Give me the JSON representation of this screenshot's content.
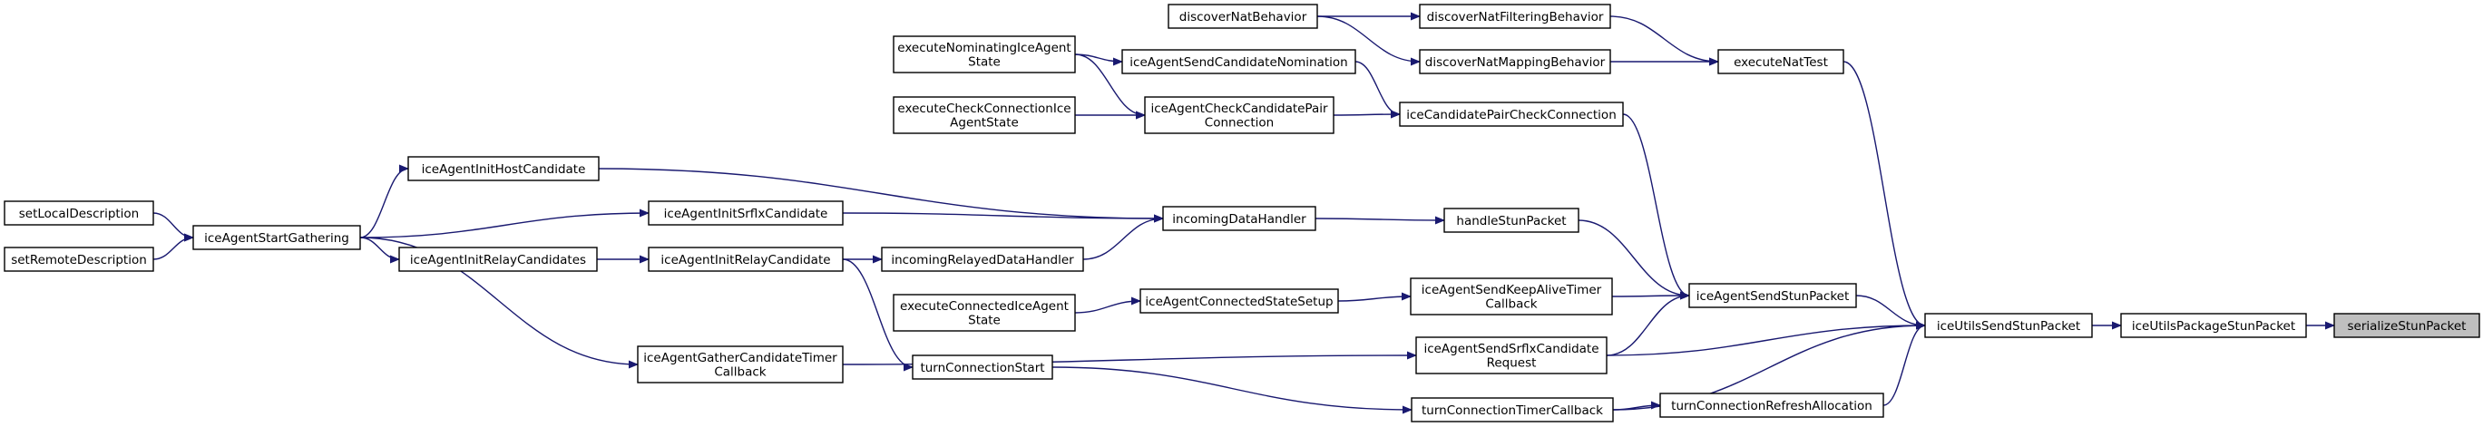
{
  "diagram": {
    "type": "call-graph",
    "colors": {
      "edge": "#191970",
      "node_border": "#000000",
      "node_fill": "#ffffff",
      "highlight_fill": "#bfbfbf"
    },
    "nodes": [
      {
        "id": "serializeStunPacket",
        "lines": [
          "serializeStunPacket"
        ],
        "highlight": true
      },
      {
        "id": "iceUtilsPackageStunPacket",
        "lines": [
          "iceUtilsPackageStunPacket"
        ]
      },
      {
        "id": "iceUtilsSendStunPacket",
        "lines": [
          "iceUtilsSendStunPacket"
        ]
      },
      {
        "id": "executeNatTest",
        "lines": [
          "executeNatTest"
        ]
      },
      {
        "id": "iceAgentSendStunPacket",
        "lines": [
          "iceAgentSendStunPacket"
        ]
      },
      {
        "id": "turnConnectionRefreshAllocation",
        "lines": [
          "turnConnectionRefreshAllocation"
        ]
      },
      {
        "id": "turnConnectionTimerCallback",
        "lines": [
          "turnConnectionTimerCallback"
        ]
      },
      {
        "id": "discoverNatFilteringBehavior",
        "lines": [
          "discoverNatFilteringBehavior"
        ]
      },
      {
        "id": "discoverNatMappingBehavior",
        "lines": [
          "discoverNatMappingBehavior"
        ]
      },
      {
        "id": "discoverNatBehavior",
        "lines": [
          "discoverNatBehavior"
        ]
      },
      {
        "id": "iceCandidatePairCheckConnection",
        "lines": [
          "iceCandidatePairCheckConnection"
        ]
      },
      {
        "id": "handleStunPacket",
        "lines": [
          "handleStunPacket"
        ]
      },
      {
        "id": "iceAgentSendKeepAliveTimerCallback",
        "lines": [
          "iceAgentSendKeepAliveTimer",
          "Callback"
        ]
      },
      {
        "id": "iceAgentSendSrflxCandidateRequest",
        "lines": [
          "iceAgentSendSrflxCandidate",
          "Request"
        ]
      },
      {
        "id": "iceAgentSendCandidateNomination",
        "lines": [
          "iceAgentSendCandidateNomination"
        ]
      },
      {
        "id": "iceAgentCheckCandidatePairConnection",
        "lines": [
          "iceAgentCheckCandidatePair",
          "Connection"
        ]
      },
      {
        "id": "incomingDataHandler",
        "lines": [
          "incomingDataHandler"
        ]
      },
      {
        "id": "iceAgentConnectedStateSetup",
        "lines": [
          "iceAgentConnectedStateSetup"
        ]
      },
      {
        "id": "executeConnectedIceAgentState",
        "lines": [
          "executeConnectedIceAgent",
          "State"
        ]
      },
      {
        "id": "incomingRelayedDataHandler",
        "lines": [
          "incomingRelayedDataHandler"
        ]
      },
      {
        "id": "turnConnectionStart",
        "lines": [
          "turnConnectionStart"
        ]
      },
      {
        "id": "executeNominatingIceAgentState",
        "lines": [
          "executeNominatingIceAgent",
          "State"
        ]
      },
      {
        "id": "executeCheckConnectionIceAgentState",
        "lines": [
          "executeCheckConnectionIce",
          "AgentState"
        ]
      },
      {
        "id": "iceAgentInitHostCandidate",
        "lines": [
          "iceAgentInitHostCandidate"
        ]
      },
      {
        "id": "iceAgentInitSrflxCandidate",
        "lines": [
          "iceAgentInitSrflxCandidate"
        ]
      },
      {
        "id": "iceAgentInitRelayCandidate",
        "lines": [
          "iceAgentInitRelayCandidate"
        ]
      },
      {
        "id": "iceAgentGatherCandidateTimerCallback",
        "lines": [
          "iceAgentGatherCandidateTimer",
          "Callback"
        ]
      },
      {
        "id": "iceAgentInitRelayCandidates",
        "lines": [
          "iceAgentInitRelayCandidates"
        ]
      },
      {
        "id": "iceAgentStartGathering",
        "lines": [
          "iceAgentStartGathering"
        ]
      },
      {
        "id": "setLocalDescription",
        "lines": [
          "setLocalDescription"
        ]
      },
      {
        "id": "setRemoteDescription",
        "lines": [
          "setRemoteDescription"
        ]
      }
    ],
    "edges": [
      {
        "from": "iceUtilsPackageStunPacket",
        "to": "serializeStunPacket"
      },
      {
        "from": "iceUtilsSendStunPacket",
        "to": "iceUtilsPackageStunPacket"
      },
      {
        "from": "executeNatTest",
        "to": "iceUtilsSendStunPacket"
      },
      {
        "from": "iceAgentSendStunPacket",
        "to": "iceUtilsSendStunPacket"
      },
      {
        "from": "iceAgentSendSrflxCandidateRequest",
        "to": "iceUtilsSendStunPacket"
      },
      {
        "from": "turnConnectionTimerCallback",
        "to": "iceUtilsSendStunPacket"
      },
      {
        "from": "turnConnectionRefreshAllocation",
        "to": "iceUtilsSendStunPacket"
      },
      {
        "from": "discoverNatFilteringBehavior",
        "to": "executeNatTest"
      },
      {
        "from": "discoverNatMappingBehavior",
        "to": "executeNatTest"
      },
      {
        "from": "discoverNatBehavior",
        "to": "discoverNatFilteringBehavior"
      },
      {
        "from": "discoverNatBehavior",
        "to": "discoverNatMappingBehavior"
      },
      {
        "from": "iceCandidatePairCheckConnection",
        "to": "iceAgentSendStunPacket"
      },
      {
        "from": "handleStunPacket",
        "to": "iceAgentSendStunPacket"
      },
      {
        "from": "iceAgentSendKeepAliveTimerCallback",
        "to": "iceAgentSendStunPacket"
      },
      {
        "from": "iceAgentSendSrflxCandidateRequest",
        "to": "iceAgentSendStunPacket"
      },
      {
        "from": "turnConnectionTimerCallback",
        "to": "turnConnectionRefreshAllocation"
      },
      {
        "from": "iceAgentSendCandidateNomination",
        "to": "iceCandidatePairCheckConnection"
      },
      {
        "from": "iceAgentCheckCandidatePairConnection",
        "to": "iceCandidatePairCheckConnection"
      },
      {
        "from": "incomingDataHandler",
        "to": "handleStunPacket"
      },
      {
        "from": "iceAgentConnectedStateSetup",
        "to": "iceAgentSendKeepAliveTimerCallback"
      },
      {
        "from": "turnConnectionStart",
        "to": "turnConnectionTimerCallback"
      },
      {
        "from": "iceAgentGatherCandidateTimerCallback",
        "to": "iceAgentSendSrflxCandidateRequest"
      },
      {
        "from": "executeNominatingIceAgentState",
        "to": "iceAgentSendCandidateNomination"
      },
      {
        "from": "executeNominatingIceAgentState",
        "to": "iceAgentCheckCandidatePairConnection"
      },
      {
        "from": "executeCheckConnectionIceAgentState",
        "to": "iceAgentCheckCandidatePairConnection"
      },
      {
        "from": "iceAgentInitHostCandidate",
        "to": "incomingDataHandler"
      },
      {
        "from": "iceAgentInitSrflxCandidate",
        "to": "incomingDataHandler"
      },
      {
        "from": "incomingRelayedDataHandler",
        "to": "incomingDataHandler"
      },
      {
        "from": "executeConnectedIceAgentState",
        "to": "iceAgentConnectedStateSetup"
      },
      {
        "from": "iceAgentInitRelayCandidate",
        "to": "incomingRelayedDataHandler"
      },
      {
        "from": "iceAgentInitRelayCandidate",
        "to": "turnConnectionStart"
      },
      {
        "from": "iceAgentStartGathering",
        "to": "iceAgentInitHostCandidate"
      },
      {
        "from": "iceAgentStartGathering",
        "to": "iceAgentInitSrflxCandidate"
      },
      {
        "from": "iceAgentStartGathering",
        "to": "iceAgentInitRelayCandidates"
      },
      {
        "from": "iceAgentStartGathering",
        "to": "iceAgentGatherCandidateTimerCallback"
      },
      {
        "from": "iceAgentInitRelayCandidates",
        "to": "iceAgentInitRelayCandidate"
      },
      {
        "from": "setLocalDescription",
        "to": "iceAgentStartGathering"
      },
      {
        "from": "setRemoteDescription",
        "to": "iceAgentStartGathering"
      }
    ]
  }
}
